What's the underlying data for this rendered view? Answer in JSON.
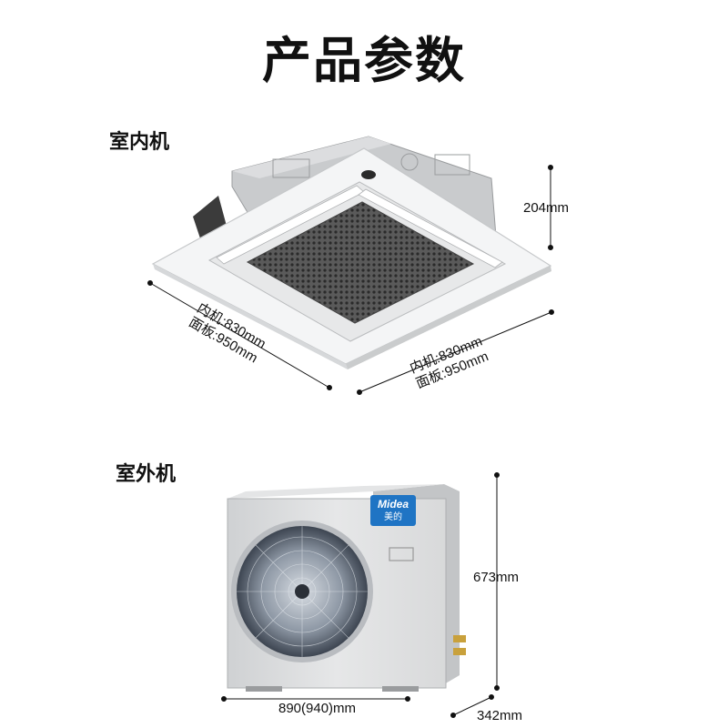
{
  "title": "产品参数",
  "indoor": {
    "label": "室内机",
    "height": "204mm",
    "left_side": [
      "内机:830mm",
      "面板:950mm"
    ],
    "right_side": [
      "内机:830mm",
      "面板:950mm"
    ]
  },
  "outdoor": {
    "label": "室外机",
    "brand_en": "Midea",
    "brand_cn": "美的",
    "height": "673mm",
    "width": "890(940)mm",
    "depth": "342mm"
  }
}
